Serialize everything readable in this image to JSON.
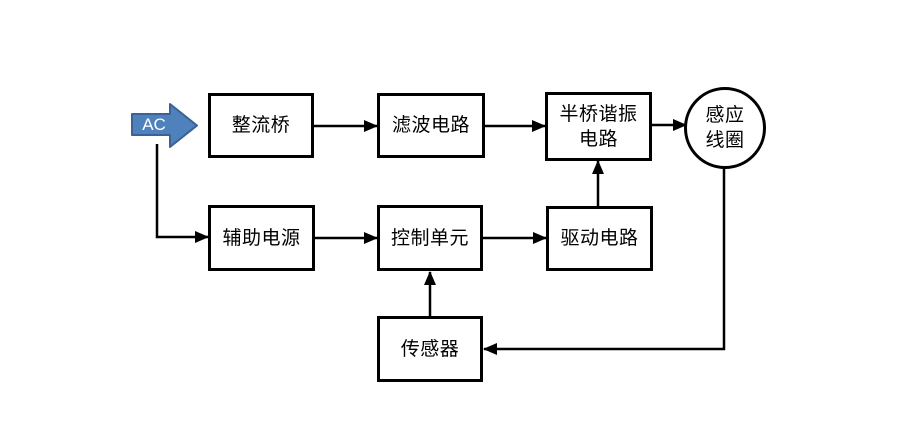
{
  "diagram": {
    "nodes": {
      "ac": {
        "label": "AC"
      },
      "rectifier": {
        "label": "整流桥"
      },
      "filter": {
        "label": "滤波电路"
      },
      "halfbridge": {
        "label": "半桥谐振\n电路"
      },
      "coil": {
        "label": "感应\n线圈"
      },
      "aux": {
        "label": "辅助电源"
      },
      "control": {
        "label": "控制单元"
      },
      "drive": {
        "label": "驱动电路"
      },
      "sensor": {
        "label": "传感器"
      }
    },
    "edges": [
      {
        "from": "AC",
        "to": "辅助电源"
      },
      {
        "from": "整流桥",
        "to": "滤波电路"
      },
      {
        "from": "滤波电路",
        "to": "半桥谐振电路"
      },
      {
        "from": "半桥谐振电路",
        "to": "感应线圈"
      },
      {
        "from": "辅助电源",
        "to": "控制单元"
      },
      {
        "from": "控制单元",
        "to": "驱动电路"
      },
      {
        "from": "驱动电路",
        "to": "半桥谐振电路"
      },
      {
        "from": "传感器",
        "to": "控制单元"
      },
      {
        "from": "感应线圈",
        "to": "传感器"
      }
    ],
    "colors": {
      "ac_arrow_fill": "#4F81BD",
      "ac_arrow_border": "#3A6296",
      "line": "#000000",
      "background": "#FFFFFF"
    }
  }
}
